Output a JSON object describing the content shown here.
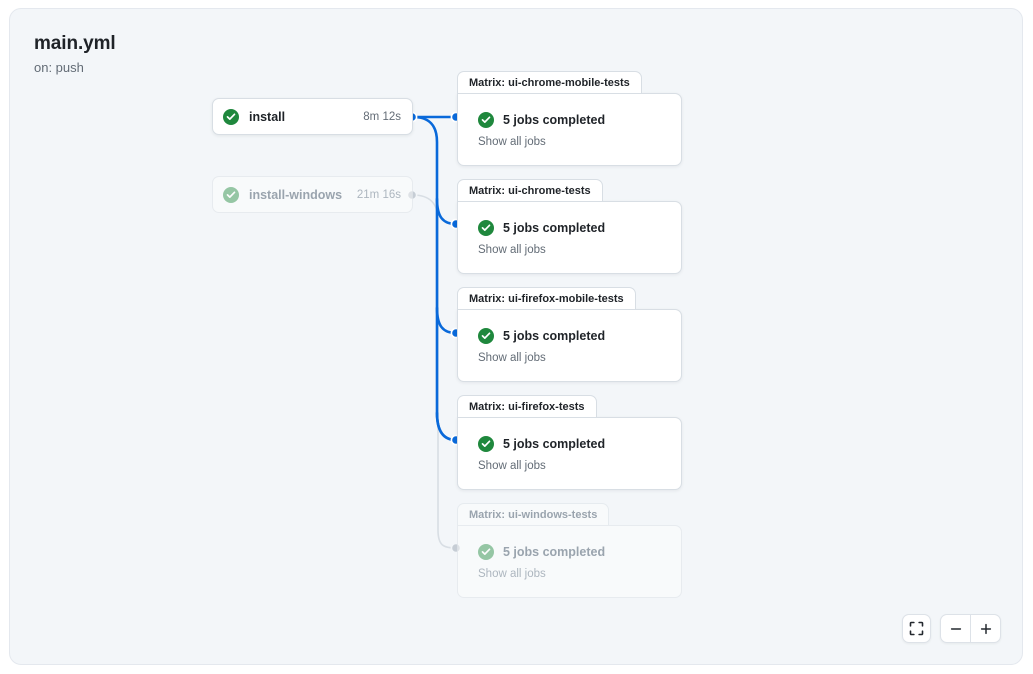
{
  "workflow": {
    "title": "main.yml",
    "trigger": "on: push"
  },
  "colors": {
    "canvas_bg": "#f3f6f9",
    "card_bg": "#ffffff",
    "border": "#d8dee4",
    "text_primary": "#1f2328",
    "text_muted": "#636c76",
    "success_green": "#1f883d",
    "edge_active": "#0969da",
    "edge_inactive": "#d0d7de"
  },
  "jobs": [
    {
      "name": "install",
      "duration": "8m 12s",
      "status": "success",
      "status_icon": "check-circle-icon",
      "dimmed": false
    },
    {
      "name": "install-windows",
      "duration": "21m 16s",
      "status": "success",
      "status_icon": "check-circle-icon",
      "dimmed": true
    }
  ],
  "matrix_groups": [
    {
      "label": "Matrix: ui-chrome-mobile-tests",
      "summary": "5 jobs completed",
      "show_all": "Show all jobs",
      "status_icon": "check-circle-icon",
      "dimmed": false
    },
    {
      "label": "Matrix: ui-chrome-tests",
      "summary": "5 jobs completed",
      "show_all": "Show all jobs",
      "status_icon": "check-circle-icon",
      "dimmed": false
    },
    {
      "label": "Matrix: ui-firefox-mobile-tests",
      "summary": "5 jobs completed",
      "show_all": "Show all jobs",
      "status_icon": "check-circle-icon",
      "dimmed": false
    },
    {
      "label": "Matrix: ui-firefox-tests",
      "summary": "5 jobs completed",
      "show_all": "Show all jobs",
      "status_icon": "check-circle-icon",
      "dimmed": false
    },
    {
      "label": "Matrix: ui-windows-tests",
      "summary": "5 jobs completed",
      "show_all": "Show all jobs",
      "status_icon": "check-circle-icon",
      "dimmed": true
    }
  ],
  "controls": {
    "fit_view_icon": "fit-to-screen-icon",
    "zoom_out_icon": "minus-icon",
    "zoom_in_icon": "plus-icon"
  }
}
